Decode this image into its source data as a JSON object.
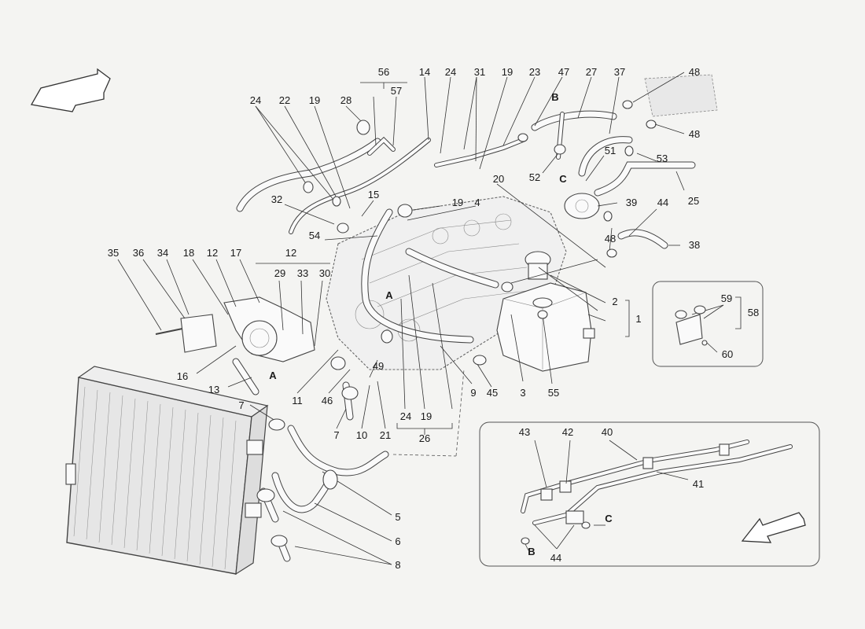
{
  "diagram": {
    "callouts": [
      {
        "id": "c56",
        "text": "56"
      },
      {
        "id": "c57",
        "text": "57"
      },
      {
        "id": "c14",
        "text": "14"
      },
      {
        "id": "c24a",
        "text": "24"
      },
      {
        "id": "c31",
        "text": "31"
      },
      {
        "id": "c19a",
        "text": "19"
      },
      {
        "id": "c23",
        "text": "23"
      },
      {
        "id": "c47",
        "text": "47"
      },
      {
        "id": "c27",
        "text": "27"
      },
      {
        "id": "c37",
        "text": "37"
      },
      {
        "id": "c48a",
        "text": "48"
      },
      {
        "id": "c48b",
        "text": "48"
      },
      {
        "id": "c24b",
        "text": "24"
      },
      {
        "id": "c22",
        "text": "22"
      },
      {
        "id": "c19b",
        "text": "19"
      },
      {
        "id": "c28",
        "text": "28"
      },
      {
        "id": "cB1",
        "text": "B"
      },
      {
        "id": "c51",
        "text": "51"
      },
      {
        "id": "c53",
        "text": "53"
      },
      {
        "id": "c52",
        "text": "52"
      },
      {
        "id": "c25",
        "text": "25"
      },
      {
        "id": "c20",
        "text": "20"
      },
      {
        "id": "cC1",
        "text": "C"
      },
      {
        "id": "c32",
        "text": "32"
      },
      {
        "id": "c15",
        "text": "15"
      },
      {
        "id": "c19c",
        "text": "19"
      },
      {
        "id": "c4",
        "text": "4"
      },
      {
        "id": "c39",
        "text": "39"
      },
      {
        "id": "c44a",
        "text": "44"
      },
      {
        "id": "c54",
        "text": "54"
      },
      {
        "id": "c48c",
        "text": "48"
      },
      {
        "id": "c38",
        "text": "38"
      },
      {
        "id": "c35",
        "text": "35"
      },
      {
        "id": "c36",
        "text": "36"
      },
      {
        "id": "c34",
        "text": "34"
      },
      {
        "id": "c18",
        "text": "18"
      },
      {
        "id": "c12a",
        "text": "12"
      },
      {
        "id": "c17",
        "text": "17"
      },
      {
        "id": "c12b",
        "text": "12"
      },
      {
        "id": "c29",
        "text": "29"
      },
      {
        "id": "c33",
        "text": "33"
      },
      {
        "id": "c30",
        "text": "30"
      },
      {
        "id": "cA1",
        "text": "A"
      },
      {
        "id": "c2",
        "text": "2"
      },
      {
        "id": "c1",
        "text": "1"
      },
      {
        "id": "c59",
        "text": "59"
      },
      {
        "id": "c58",
        "text": "58"
      },
      {
        "id": "c60",
        "text": "60"
      },
      {
        "id": "c16",
        "text": "16"
      },
      {
        "id": "cA2",
        "text": "A"
      },
      {
        "id": "c49",
        "text": "49"
      },
      {
        "id": "c13",
        "text": "13"
      },
      {
        "id": "c11",
        "text": "11"
      },
      {
        "id": "c46",
        "text": "46"
      },
      {
        "id": "c9",
        "text": "9"
      },
      {
        "id": "c45",
        "text": "45"
      },
      {
        "id": "c3",
        "text": "3"
      },
      {
        "id": "c55",
        "text": "55"
      },
      {
        "id": "c7a",
        "text": "7"
      },
      {
        "id": "c10",
        "text": "10"
      },
      {
        "id": "c21",
        "text": "21"
      },
      {
        "id": "c24c",
        "text": "24"
      },
      {
        "id": "c19d",
        "text": "19"
      },
      {
        "id": "c26",
        "text": "26"
      },
      {
        "id": "c7b",
        "text": "7"
      },
      {
        "id": "c43",
        "text": "43"
      },
      {
        "id": "c42",
        "text": "42"
      },
      {
        "id": "c40",
        "text": "40"
      },
      {
        "id": "c41",
        "text": "41"
      },
      {
        "id": "cC2",
        "text": "C"
      },
      {
        "id": "cB2",
        "text": "B"
      },
      {
        "id": "c44b",
        "text": "44"
      },
      {
        "id": "c5",
        "text": "5"
      },
      {
        "id": "c6",
        "text": "6"
      },
      {
        "id": "c8",
        "text": "8"
      }
    ]
  }
}
